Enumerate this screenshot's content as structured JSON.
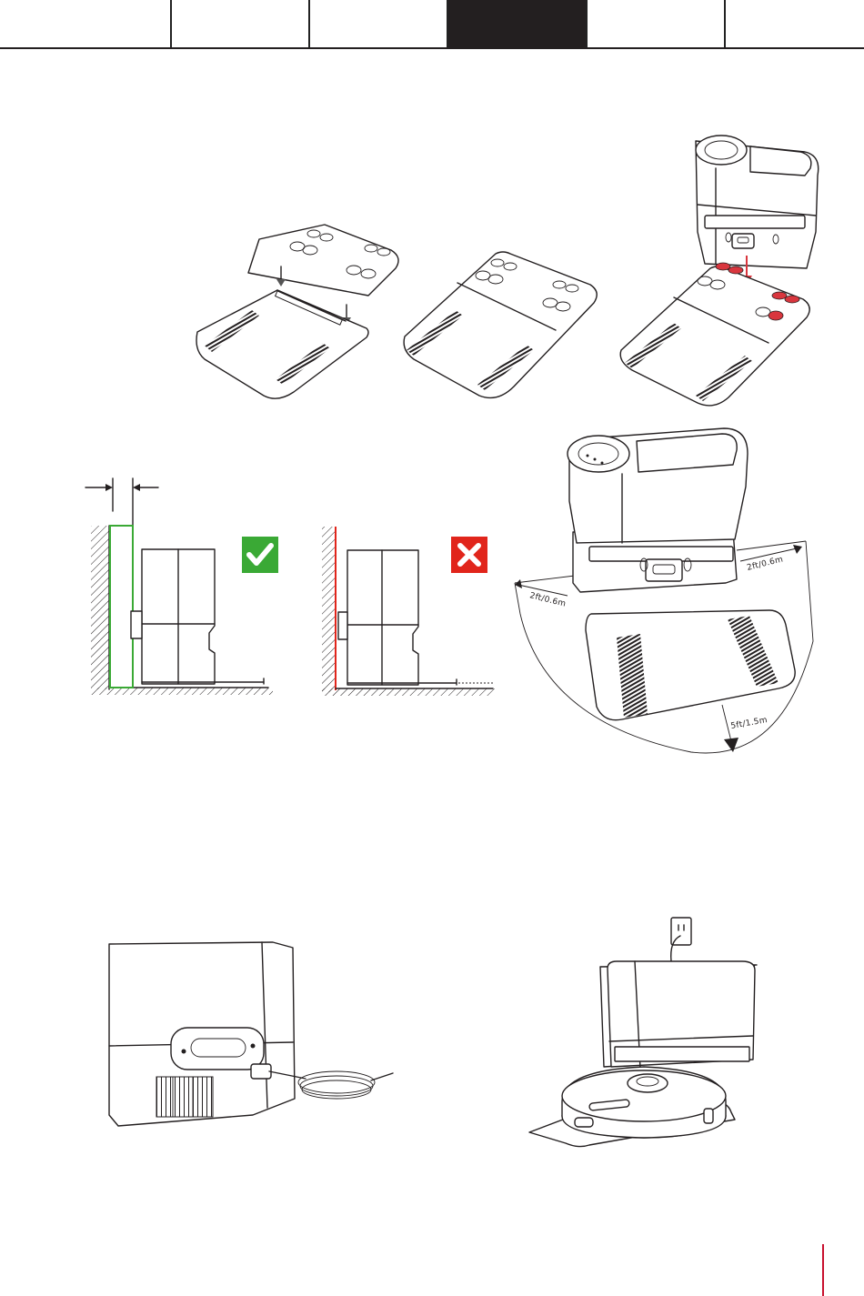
{
  "header": {
    "tabs": [
      {
        "id": "tab-1",
        "active": false
      },
      {
        "id": "tab-2",
        "active": false
      },
      {
        "id": "tab-3",
        "active": false
      },
      {
        "id": "tab-4",
        "active": true
      },
      {
        "id": "tab-5",
        "active": false
      },
      {
        "id": "tab-6",
        "active": false
      }
    ]
  },
  "clearance": {
    "side_left": "2ft/0.6m",
    "side_right": "2ft/0.6m",
    "front": "5ft/1.5m"
  },
  "colors": {
    "ink": "#231f20",
    "ok_green": "#3aa935",
    "wrong_red": "#e1251b",
    "highlight_red": "#d9363e",
    "accent_red": "#c8102e"
  },
  "icons": [
    "check-icon",
    "cross-icon",
    "arrow-down-icon",
    "wall-outlet-icon"
  ]
}
